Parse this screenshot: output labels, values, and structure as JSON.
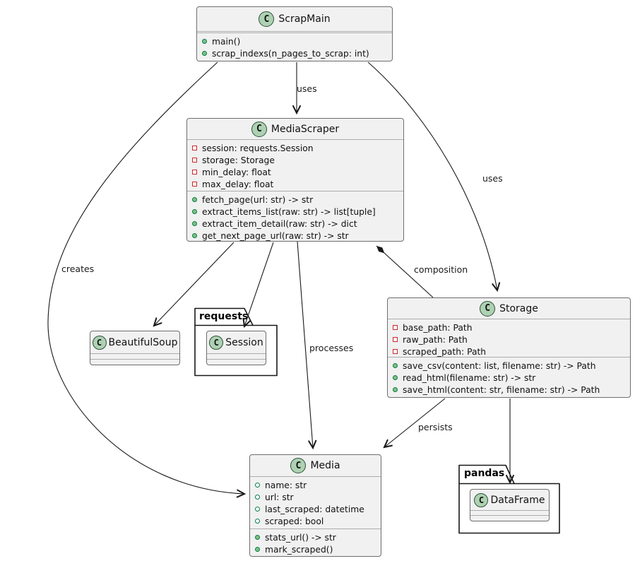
{
  "icons": {
    "class_letter": "C"
  },
  "colors": {
    "class_fill": "#F1F1F1",
    "class_border": "#6e6e6e",
    "circle_fill": "#ADD1B2",
    "public_green": "#84BE84",
    "public_green_border": "#038048",
    "private_red": "#C82930",
    "line": "#181818"
  },
  "packages": {
    "requests": {
      "name": "requests"
    },
    "pandas": {
      "name": "pandas"
    }
  },
  "classes": {
    "scrapmain": {
      "name": "ScrapMain",
      "fields": [],
      "methods": [
        "main()",
        "scrap_indexs(n_pages_to_scrap: int)"
      ]
    },
    "mediascraper": {
      "name": "MediaScraper",
      "fields": [
        "session: requests.Session",
        "storage: Storage",
        "min_delay: float",
        "max_delay: float"
      ],
      "methods": [
        "fetch_page(url: str) -> str",
        "extract_items_list(raw: str) -> list[tuple]",
        "extract_item_detail(raw: str) -> dict",
        "get_next_page_url(raw: str) -> str"
      ]
    },
    "storage": {
      "name": "Storage",
      "fields": [
        "base_path: Path",
        "raw_path: Path",
        "scraped_path: Path"
      ],
      "methods": [
        "save_csv(content: list, filename: str) -> Path",
        "read_html(filename: str) -> str",
        "save_html(content: str, filename: str) -> Path"
      ]
    },
    "beautifulsoup": {
      "name": "BeautifulSoup"
    },
    "session": {
      "name": "Session"
    },
    "media": {
      "name": "Media",
      "fields": [
        "name: str",
        "url: str",
        "last_scraped: datetime",
        "scraped: bool"
      ],
      "methods": [
        "stats_url() -> str",
        "mark_scraped()"
      ]
    },
    "dataframe": {
      "name": "DataFrame"
    }
  },
  "edge_labels": {
    "uses_mediascraper": "uses",
    "uses_storage": "uses",
    "creates": "creates",
    "composition": "composition",
    "processes": "processes",
    "persists": "persists"
  }
}
